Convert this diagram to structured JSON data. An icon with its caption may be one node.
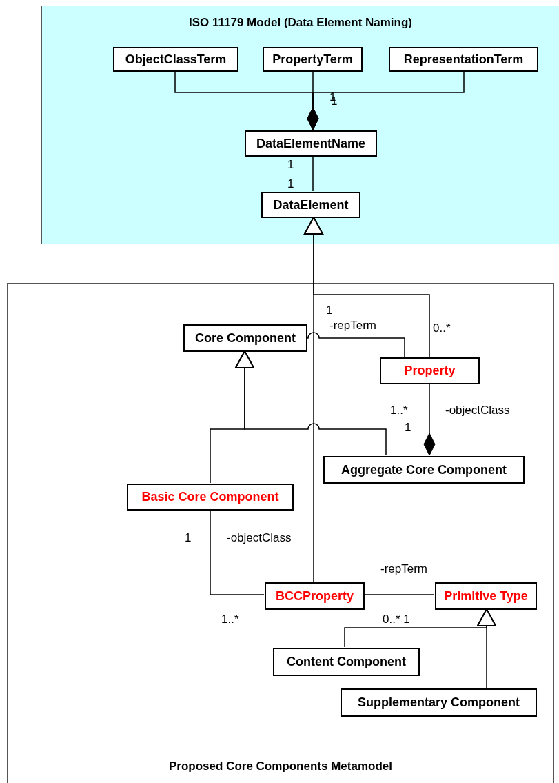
{
  "diagram": {
    "nodes": [
      {
        "text": [
          "ISO 11179 Model (Data Element Naming)"
        ]
      },
      {
        "text": [
          "ObjectClassTerm"
        ],
        "in": 0
      },
      {
        "text": [
          "PropertyTerm"
        ],
        "in": 0
      },
      {
        "text": [
          "RepresentationTerm"
        ],
        "in": 0
      },
      {
        "text": [
          "DataElementName"
        ],
        "in": 0
      },
      {
        "text": [
          "DataElement"
        ],
        "in": 0
      },
      {
        "text": [
          "Proposed Core Components Metamodel"
        ]
      },
      {
        "text": [
          "Core Component"
        ],
        "in": 6
      },
      {
        "text": [
          "Property"
        ],
        "in": 6
      },
      {
        "text": [
          "Aggregate Core Component"
        ],
        "in": 6
      },
      {
        "text": [
          "Basic Core Component"
        ],
        "in": 6
      },
      {
        "text": [
          "BCCProperty"
        ],
        "in": 6
      },
      {
        "text": [
          "Primitive Type"
        ],
        "in": 6
      },
      {
        "text": [
          "Content Component"
        ],
        "in": 6
      },
      {
        "text": [
          "Supplementary Component"
        ],
        "in": 6
      }
    ],
    "edges": [
      {
        "from": 1,
        "to": 4,
        "arrow": "other"
      },
      {
        "from": 2,
        "to": 4,
        "arrow": "other"
      },
      {
        "from": 3,
        "to": 4,
        "arrow": "other"
      },
      {
        "from": 4,
        "to": 5,
        "arrow": "none"
      },
      {
        "from": 8,
        "to": 5,
        "arrow": "to"
      },
      {
        "from": 11,
        "to": 5,
        "arrow": "to"
      },
      {
        "from": 8,
        "to": 7,
        "arrow": "none",
        "label": "-repTerm"
      },
      {
        "from": 8,
        "to": 9,
        "arrow": "other",
        "label": "-objectClass"
      },
      {
        "from": 10,
        "to": 7,
        "arrow": "to"
      },
      {
        "from": 9,
        "to": 7,
        "arrow": "to"
      },
      {
        "from": 10,
        "to": 11,
        "arrow": "none",
        "label": "-objectClass"
      },
      {
        "from": 11,
        "to": 12,
        "arrow": "none",
        "label": "-repTerm"
      },
      {
        "from": 13,
        "to": 12,
        "arrow": "to"
      },
      {
        "from": 14,
        "to": 12,
        "arrow": "to"
      }
    ],
    "labels": [
      "1",
      "1",
      "1",
      "1",
      "1",
      "0..*",
      "1..*",
      "1",
      "1",
      "1..*",
      "0..* 1"
    ]
  }
}
